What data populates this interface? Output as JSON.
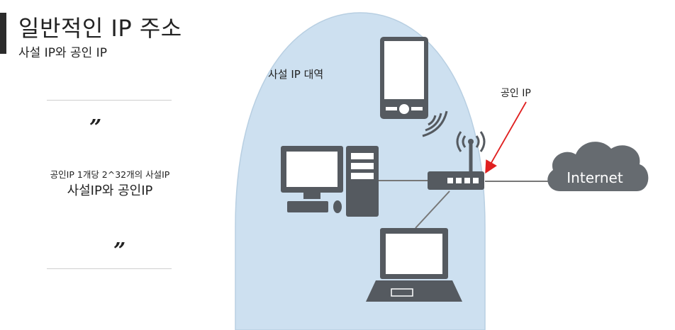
{
  "slide": {
    "title": "일반적인 IP 주소",
    "subtitle": "사설 IP와 공인 IP"
  },
  "quote": {
    "open_mark": "”",
    "close_mark": "”",
    "small_text": "공인IP 1개당 2^32개의 사설IP",
    "big_text": "사설IP와 공인IP"
  },
  "diagram": {
    "private_range_label": "사설 IP 대역",
    "public_ip_label": "공인 IP",
    "internet_label": "Internet",
    "colors": {
      "private_zone": "#cde0f0",
      "device_dark": "#555a60",
      "arrow": "#e02020",
      "cloud": "#666b70"
    }
  }
}
